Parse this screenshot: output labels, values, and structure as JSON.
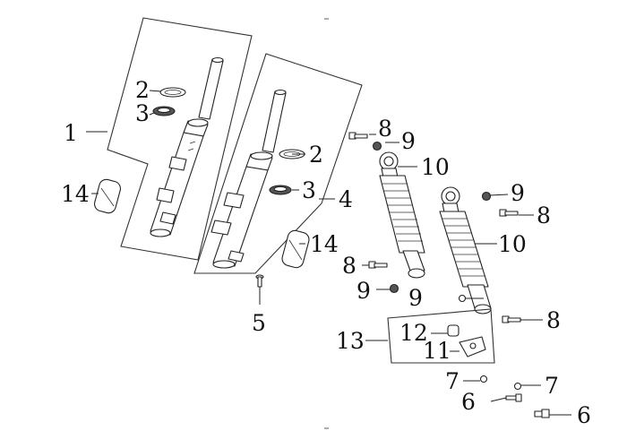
{
  "diagram": {
    "callouts": {
      "c1": "1",
      "c2a": "2",
      "c3a": "3",
      "c14a": "14",
      "c2b": "2",
      "c3b": "3",
      "c4": "4",
      "c14b": "14",
      "c5": "5",
      "c8a": "8",
      "c9a": "9",
      "c10a": "10",
      "c8b": "8",
      "c9b": "9",
      "c9c": "9",
      "c9d": "9",
      "c8c": "8",
      "c10b": "10",
      "c8d": "8",
      "c13": "13",
      "c12": "12",
      "c11": "11",
      "c7a": "7",
      "c7b": "7",
      "c6a": "6",
      "c6b": "6"
    }
  }
}
